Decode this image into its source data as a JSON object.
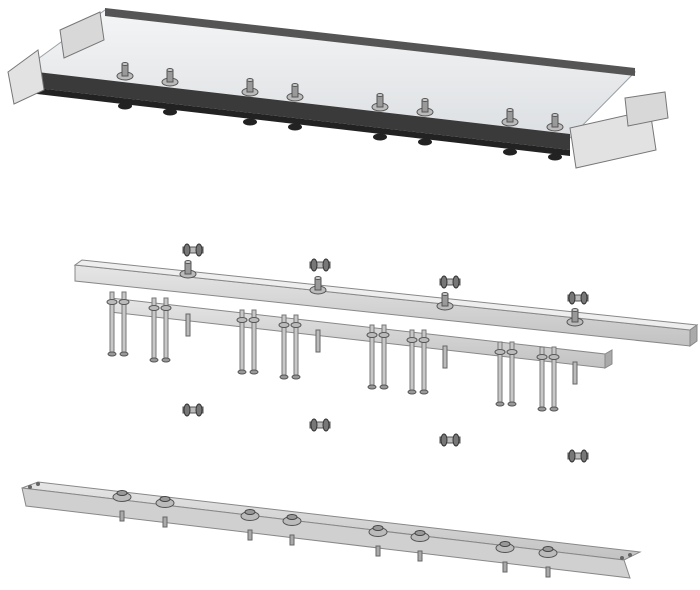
{
  "illustration": {
    "kind": "exploded-assembly-view",
    "parts": [
      {
        "id": "glass-tray",
        "label": ""
      },
      {
        "id": "mounting-rails",
        "label": ""
      },
      {
        "id": "base-plate",
        "label": ""
      }
    ],
    "colors": {
      "glass": "#e8eaec",
      "frame_dark": "#3a3a3a",
      "metal": "#d6d6d6",
      "metal_shade": "#a8a8a8",
      "bolt": "#9a9a9a"
    }
  }
}
